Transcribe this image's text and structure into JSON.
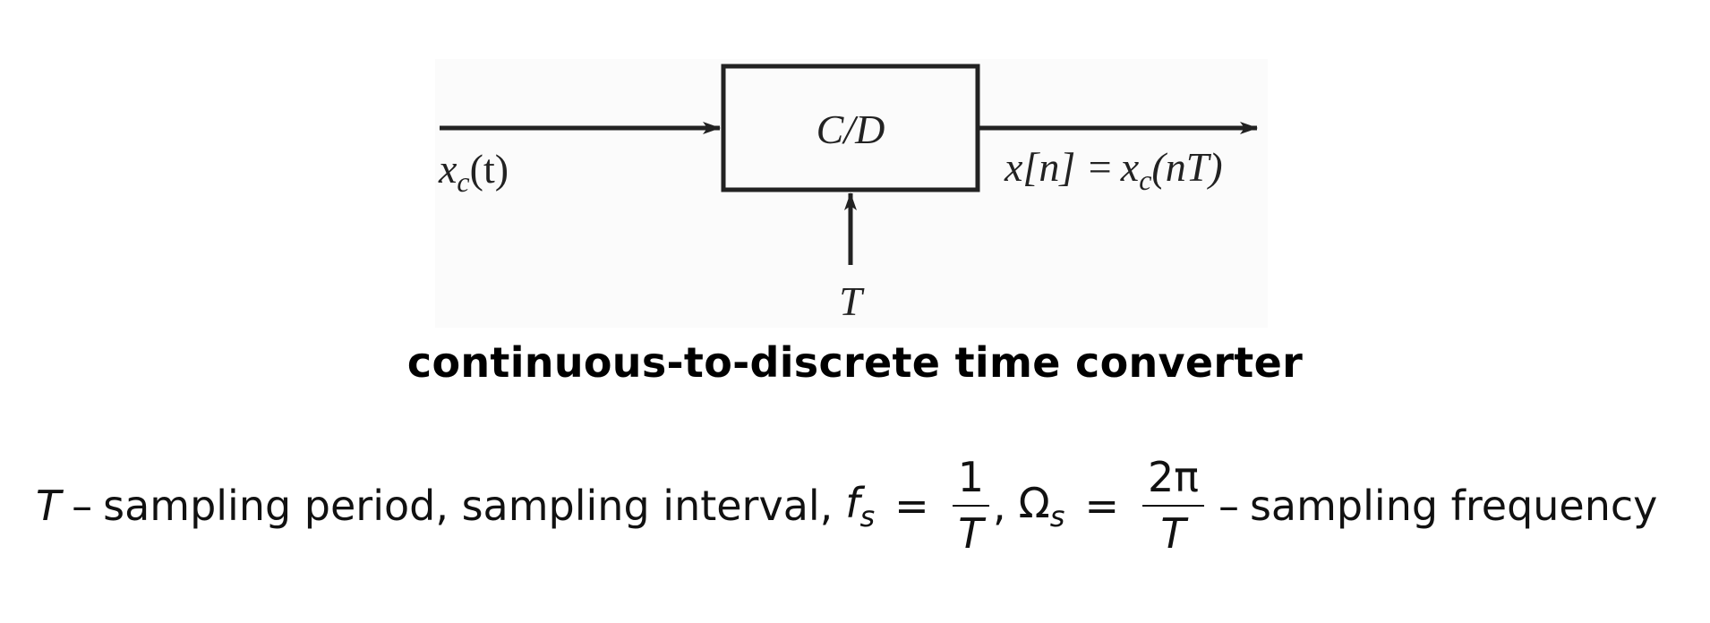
{
  "diagram": {
    "block_label": "C/D",
    "input_signal": {
      "base": "x",
      "sub": "c",
      "rest": "(t)"
    },
    "output_signal": {
      "lhs": "x[n] =",
      "base": "x",
      "sub": "c",
      "rest": "(nT)"
    },
    "control_label": "T"
  },
  "caption": "continuous-to-discrete time converter",
  "definition": {
    "symbol": "T",
    "dash1": "–",
    "description": "sampling period, sampling interval,",
    "fs_base": "f",
    "fs_sub": "s",
    "equals": "=",
    "fs_num": "1",
    "fs_den": "T",
    "comma": ",",
    "omega_base": "Ω",
    "omega_sub": "s",
    "omega_num": "2π",
    "omega_den": "T",
    "dash2": "–",
    "frequency_label": "sampling frequency"
  }
}
